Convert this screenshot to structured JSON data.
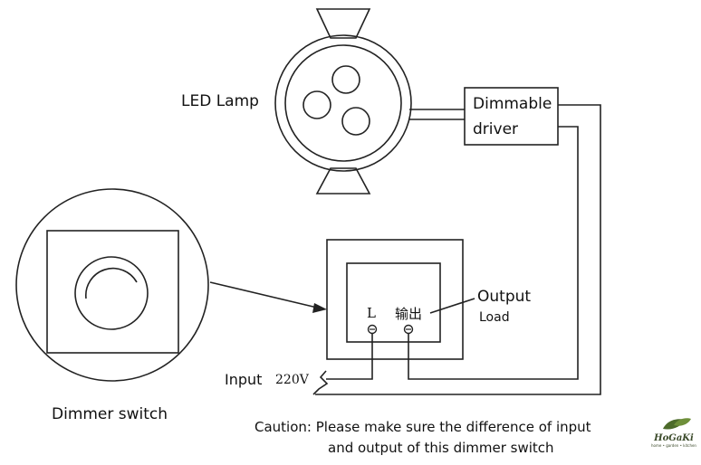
{
  "labels": {
    "led_lamp": "LED Lamp",
    "dimmable_driver_line1": "Dimmable",
    "dimmable_driver_line2": "driver",
    "output": "Output",
    "load": "Load",
    "terminal_l": "L",
    "terminal_output_cn": "输出",
    "input": "Input",
    "voltage": "220V",
    "dimmer_switch": "Dimmer switch",
    "caution_line1": "Caution: Please make sure the difference of input",
    "caution_line2": "and output of this dimmer switch"
  },
  "brand": {
    "name": "HoGaKi",
    "tagline": "home • garden • kitchen"
  },
  "colors": {
    "ink": "#111111",
    "line": "#222222",
    "brand_green": "#3b4a2a"
  }
}
